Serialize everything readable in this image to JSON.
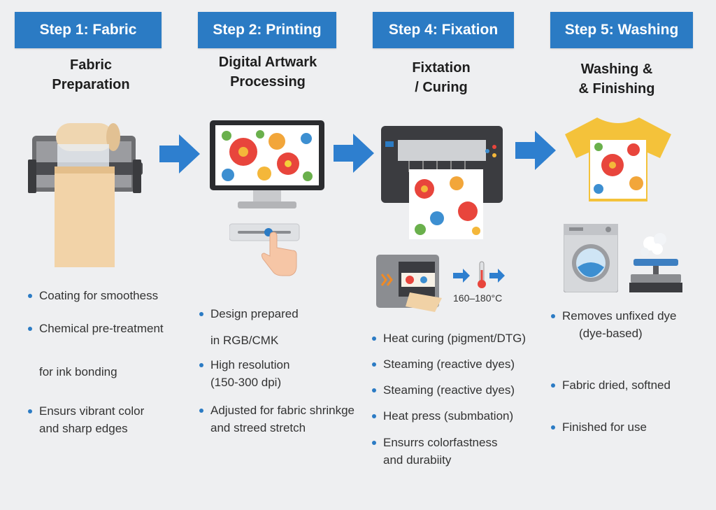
{
  "steps": [
    {
      "header": "Step 1: Fabric",
      "title": [
        "Fabric",
        "Preparation"
      ]
    },
    {
      "header": "Step 2: Printing",
      "title": [
        "Digital Artwark",
        "Processing"
      ]
    },
    {
      "header": "Step 4: Fixation",
      "title": [
        "Fixtation",
        "/ Curing"
      ]
    },
    {
      "header": "Step 5: Washing",
      "title": [
        "Washing &",
        "& Finishing"
      ]
    }
  ],
  "col1": {
    "b1": "Coating for smoothess",
    "b2": "Chemical pre-treatment",
    "b2b": "for ink bonding",
    "b3": [
      "Ensurs vibrant color",
      "and sharp edges"
    ]
  },
  "col2": {
    "b1": [
      "Design prepared",
      "in RGB/CMK"
    ],
    "b2": [
      "High resolution",
      "(150-300 dpi)"
    ],
    "b3": [
      "Adjusted for fabric shrinkge",
      "and streed stretch"
    ]
  },
  "col3": {
    "temp": "160–180°C",
    "b1": "Heat curing (pigment/DTG)",
    "b2": "Steaming (reactive dyes)",
    "b3": "Steaming (reactive dyes)",
    "b4": "Heat press (submbation)",
    "b5": [
      "Ensurrs colorfastness",
      "and durabiity"
    ]
  },
  "col4": {
    "b1": [
      "Removes unfixed dye",
      "(dye-based)"
    ],
    "b2": "Fabric dried, softned",
    "b3": "Finished for use"
  },
  "colors": {
    "header": "#2b7bc4",
    "arrow": "#2e7fcf",
    "bullet": "#2b7bc4"
  }
}
